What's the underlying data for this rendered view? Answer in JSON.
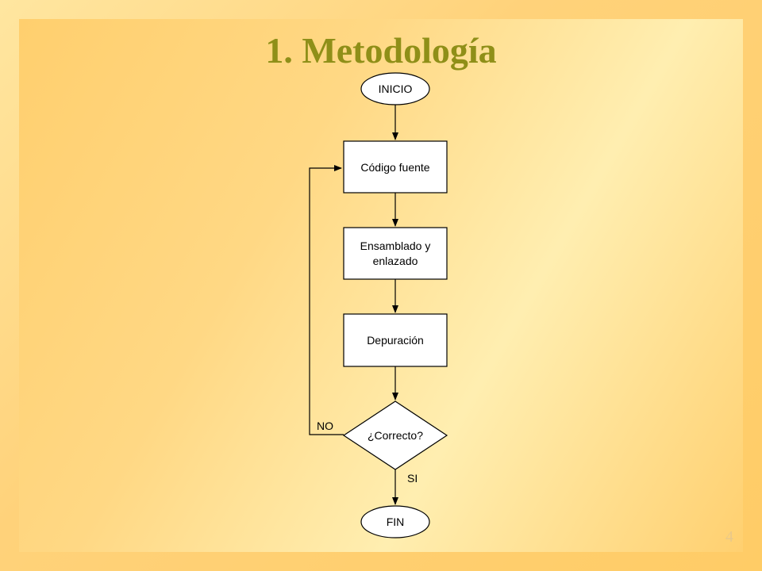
{
  "slide": {
    "title": "1. Metodología",
    "page_number": "4"
  },
  "flowchart": {
    "nodes": {
      "start": "INICIO",
      "source": "Código fuente",
      "assemble_line1": "Ensamblado y",
      "assemble_line2": "enlazado",
      "debug": "Depuración",
      "decision": "¿Correcto?",
      "end": "FIN"
    },
    "edge_labels": {
      "no": "NO",
      "yes": "SI"
    }
  }
}
